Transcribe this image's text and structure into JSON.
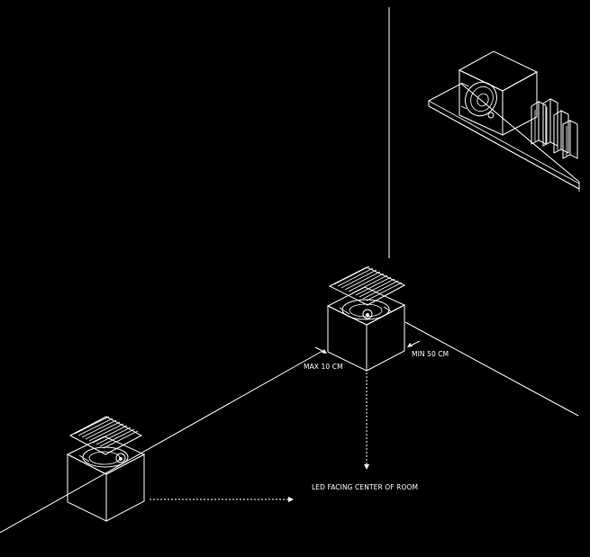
{
  "annotations": {
    "max_distance": "MAX 10 CM",
    "min_distance": "MIN 50 CM",
    "led_direction": "LED FACING CENTER OF ROOM"
  },
  "colors": {
    "background": "#000000",
    "line": "#ffffff"
  }
}
